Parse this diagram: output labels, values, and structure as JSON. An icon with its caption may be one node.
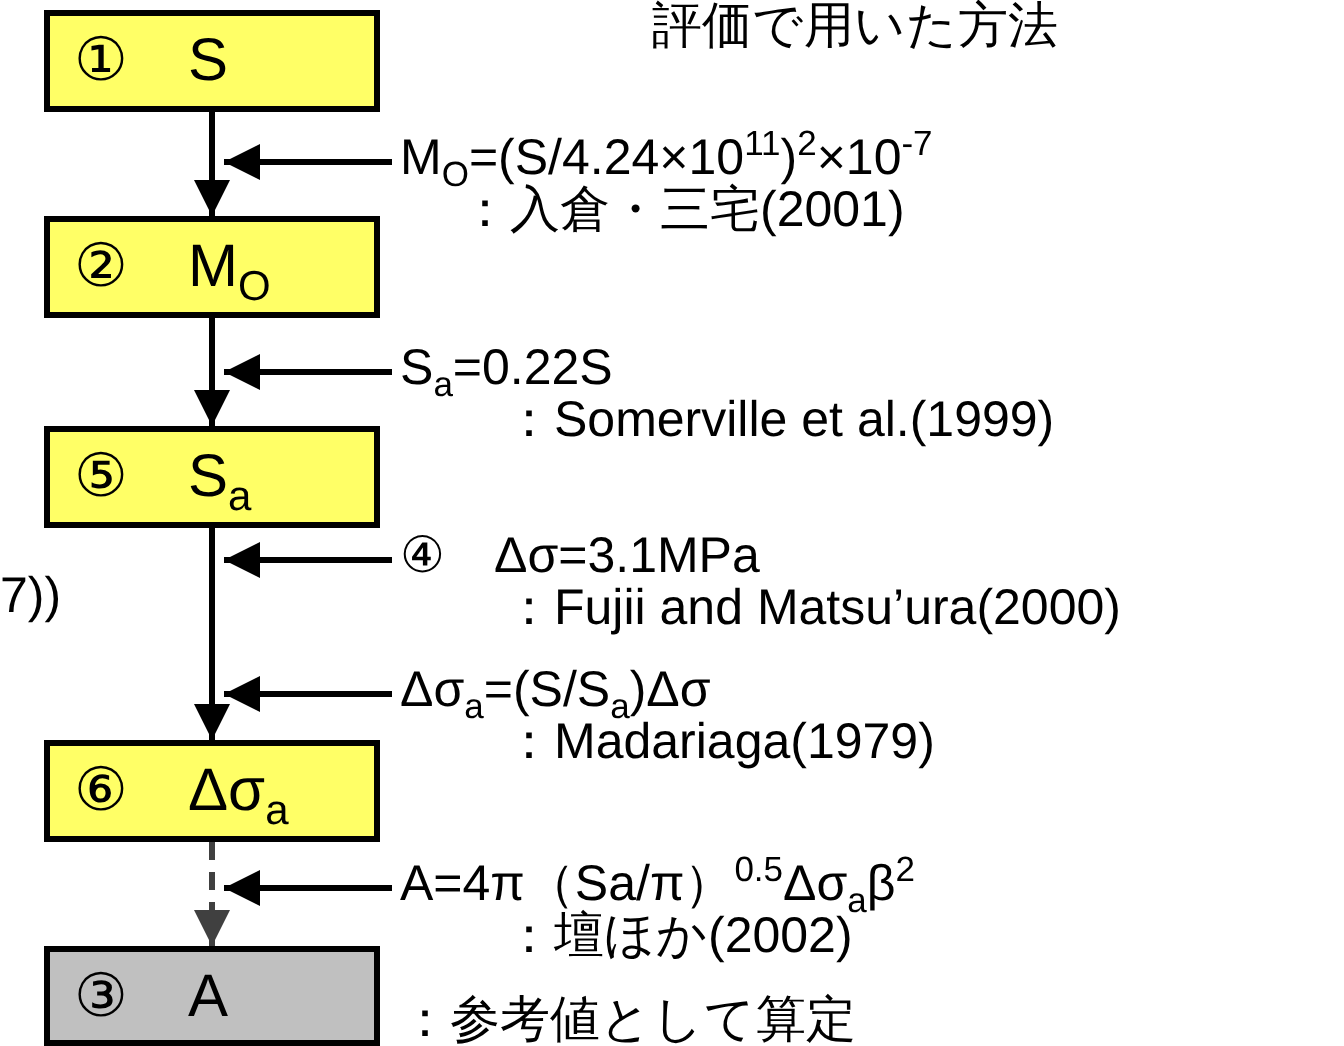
{
  "diagram": {
    "title": "評価で用いた方法",
    "nodes": [
      {
        "text": [
          "①　S"
        ]
      },
      {
        "text": [
          "②　M$_{O}$"
        ]
      },
      {
        "text": [
          "⑤　S$_{a}$"
        ]
      },
      {
        "text": [
          "⑥　Δσ$_{a}$"
        ]
      },
      {
        "text": [
          "③　A"
        ],
        "beside": [
          "：参考値として算定"
        ]
      },
      {
        "text": [
          "M$_{O}$=(S/4.24×10$^{11}$)$^{2}$×10$^{-7}$",
          "：入倉・三宅(2001)"
        ]
      },
      {
        "text": [
          "S$_{a}$=0.22S",
          "：Somerville et al.(1999)"
        ]
      },
      {
        "text": [
          "④　Δσ=3.1MPa",
          "：Fujii and Matsu’ura(2000)"
        ]
      },
      {
        "text": [
          "Δσ$_{a}$=(S/S$_{a}$)Δσ",
          "：Madariaga(1979)"
        ]
      },
      {
        "text": [
          "A=4π（Sa/π）$^{0.5}$Δσ$_{a}$β$^{2}$",
          "：壇ほか(2002)"
        ]
      }
    ],
    "edges": [
      {
        "from": 0,
        "to": 1,
        "arrow": "to"
      },
      {
        "from": 1,
        "to": 2,
        "arrow": "to"
      },
      {
        "from": 2,
        "to": 3,
        "arrow": "to"
      },
      {
        "from": 3,
        "to": 4,
        "arrow": "to",
        "style": "dashed",
        "color": "#404040"
      },
      {
        "from": 5,
        "to": 0,
        "arrow": "to"
      },
      {
        "from": 6,
        "to": 1,
        "arrow": "to"
      },
      {
        "from": 7,
        "to": 2,
        "arrow": "to"
      },
      {
        "from": 8,
        "to": 3,
        "arrow": "to"
      },
      {
        "from": 9,
        "to": 3,
        "arrow": "to"
      }
    ],
    "labels": [
      "7))"
    ]
  }
}
